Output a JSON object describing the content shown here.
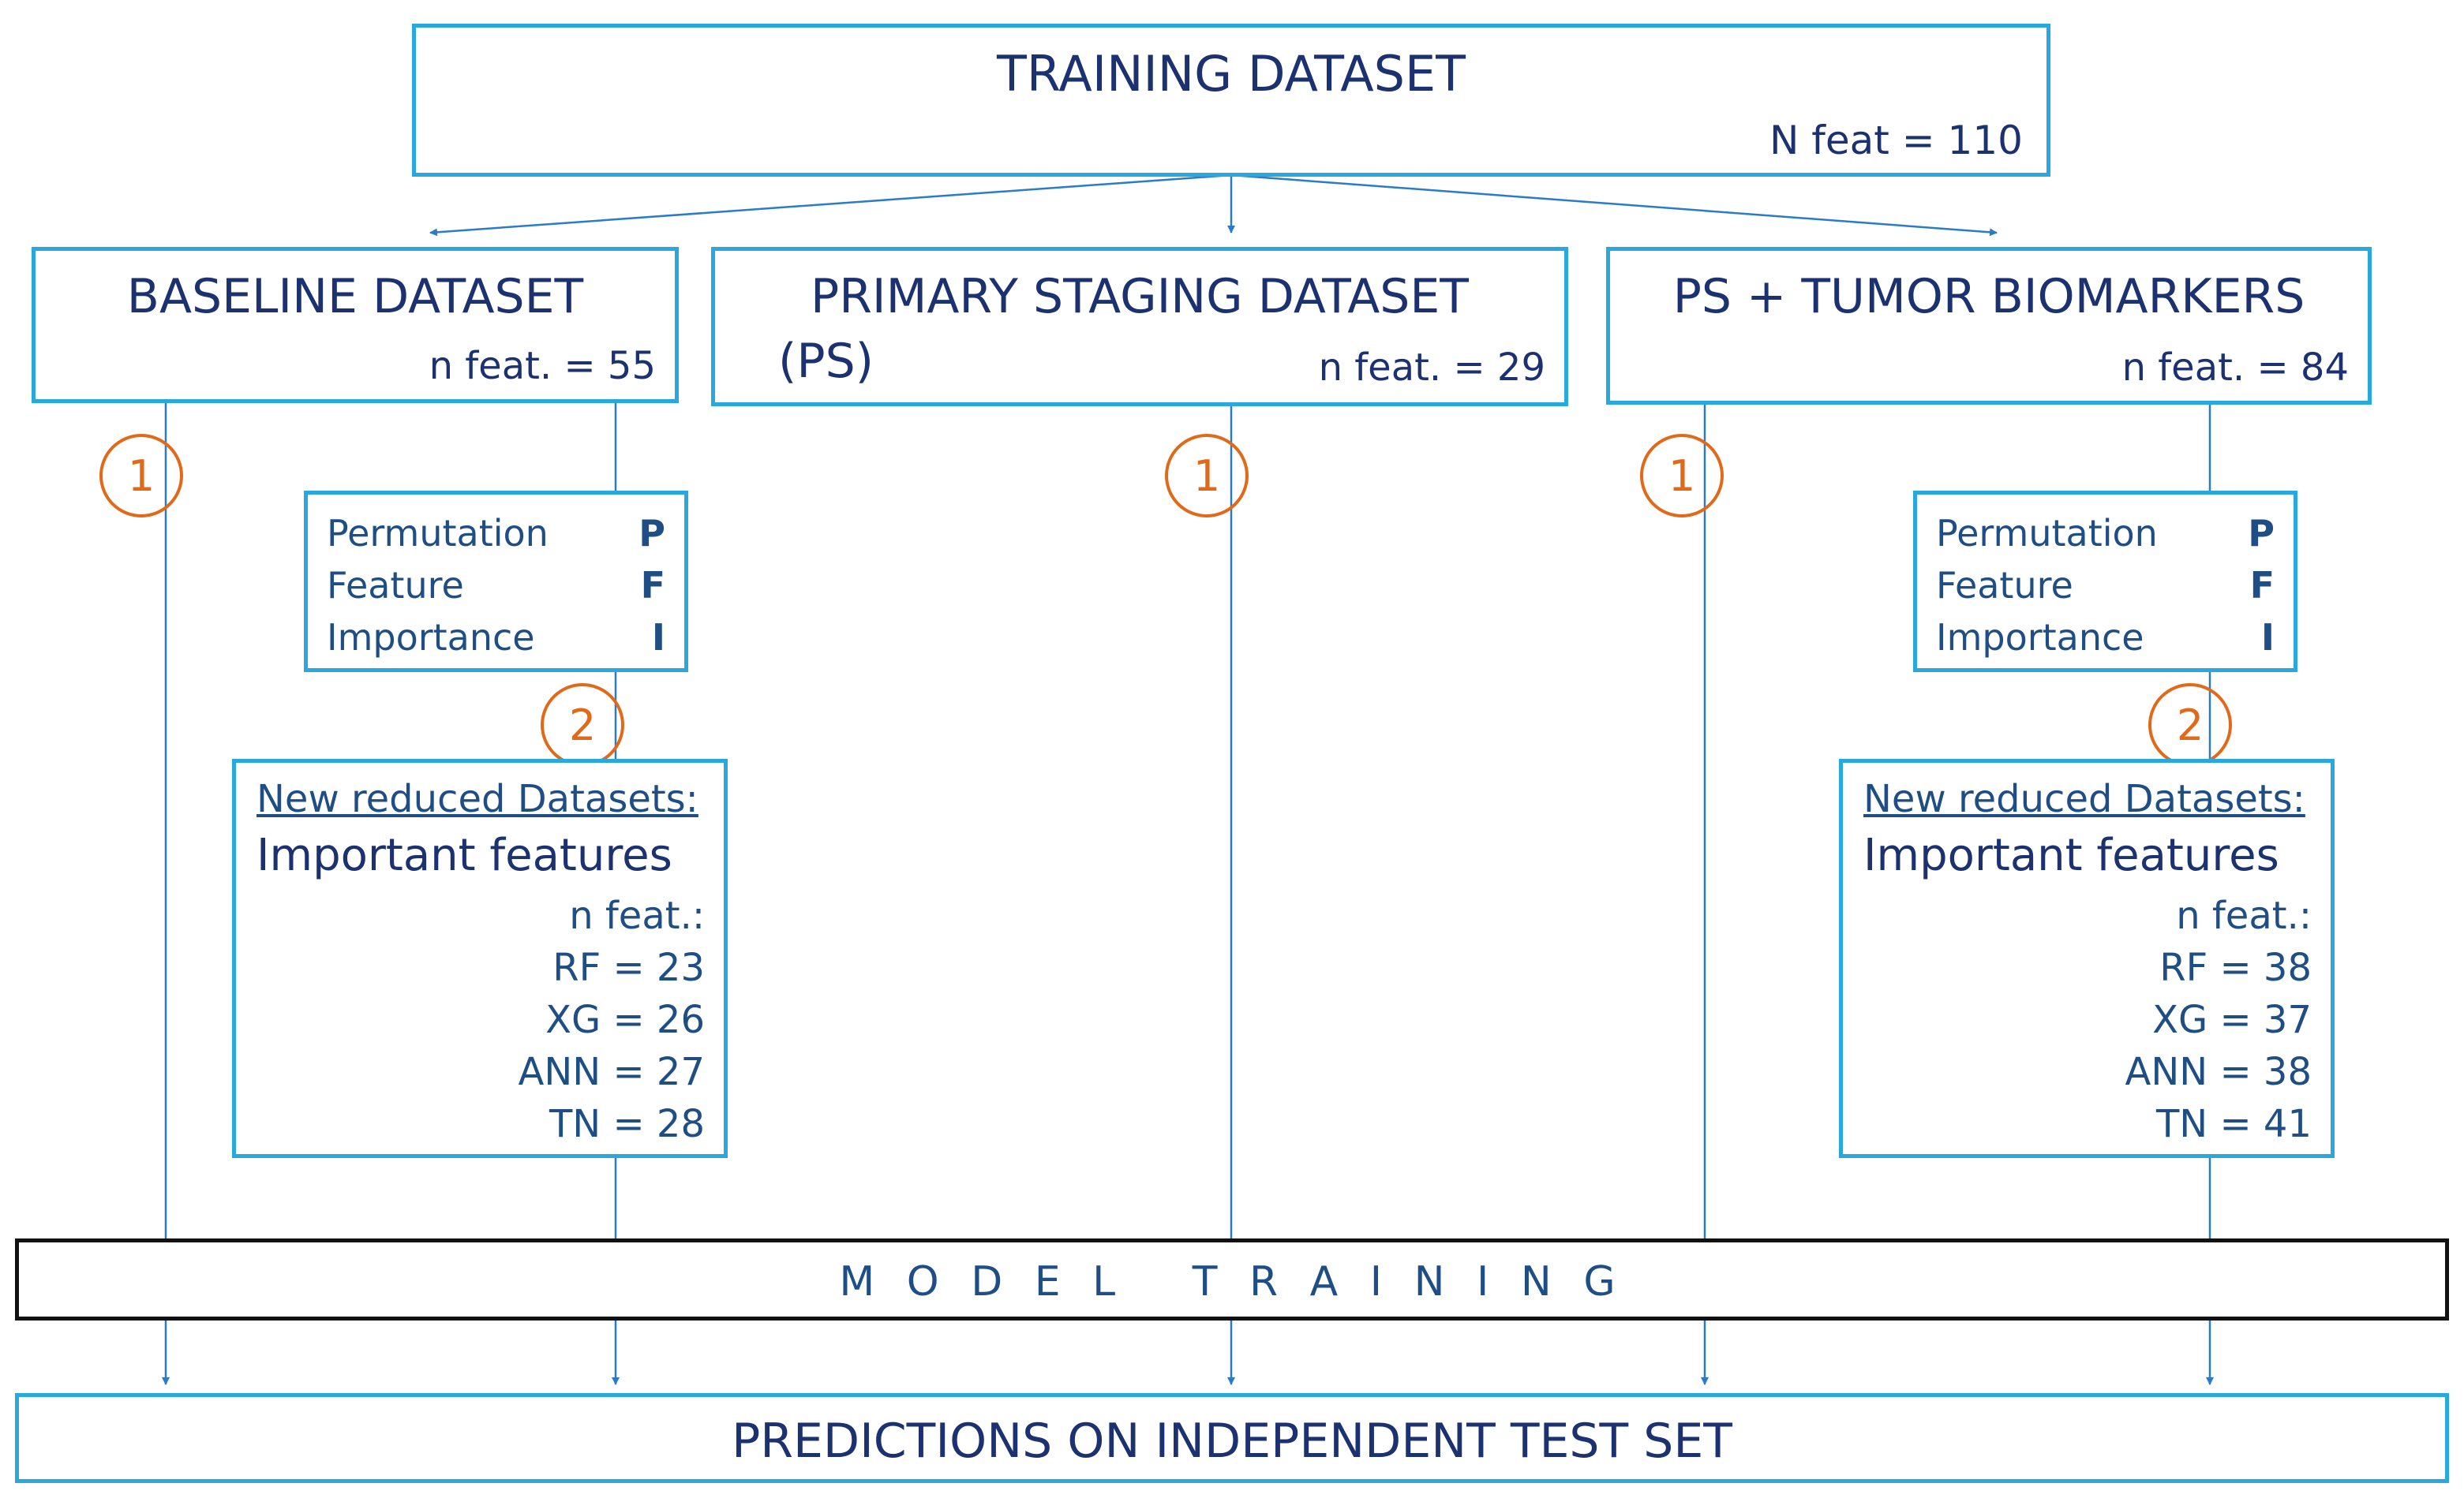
{
  "training": {
    "title": "TRAINING DATASET",
    "n": "N feat = 110"
  },
  "datasets": [
    {
      "title": "BASELINE DATASET",
      "n": "n feat. = 55"
    },
    {
      "title_line1": "PRIMARY STAGING DATASET",
      "title_line2": "(PS)",
      "n": "n feat. = 29"
    },
    {
      "title": "PS + TUMOR BIOMARKERS",
      "n": "n feat. = 84"
    }
  ],
  "step_markers": {
    "one": "1",
    "two": "2"
  },
  "pfi": {
    "rows": [
      {
        "word": "Permutation",
        "letter": "P"
      },
      {
        "word": "Feature",
        "letter": "F"
      },
      {
        "word": "Importance",
        "letter": "I"
      }
    ]
  },
  "reduced": [
    {
      "heading": "New reduced Datasets:",
      "subheading": "Important features",
      "nfeat": "n feat.:",
      "lines": [
        "RF = 23",
        "XG = 26",
        "ANN = 27",
        "TN = 28"
      ]
    },
    {
      "heading": "New reduced Datasets:",
      "subheading": "Important features",
      "nfeat": "n feat.:",
      "lines": [
        "RF = 38",
        "XG = 37",
        "ANN = 38",
        "TN = 41"
      ]
    }
  ],
  "model_training": "M O D E L   T R A I N I N G",
  "predictions": "PREDICTIONS ON INDEPENDENT TEST SET",
  "colors": {
    "box_border": "#29a8e0",
    "text": "#1b3170",
    "step_marker": "#e06a1a",
    "connector": "#2a7cc7"
  }
}
